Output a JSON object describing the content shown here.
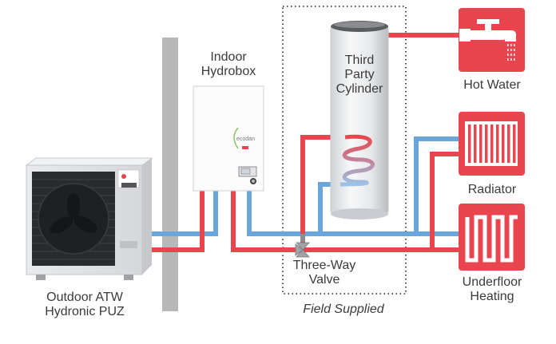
{
  "labels": {
    "indoor": [
      "Indoor",
      "Hydrobox"
    ],
    "cylinder": [
      "Third",
      "Party",
      "Cylinder"
    ],
    "hot_water": "Hot Water",
    "radiator": "Radiator",
    "underfloor": [
      "Underfloor",
      "Heating"
    ],
    "valve": [
      "Three-Way",
      "Valve"
    ],
    "field": "Field Supplied",
    "outdoor": [
      "Outdoor ATW",
      "Hydronic PUZ"
    ],
    "brand_logo": "ecodan"
  },
  "colors": {
    "red": "#e8454f",
    "blue": "#6aa6dc",
    "wall": "#b8b8b8",
    "text": "#3b3b3b",
    "icon_bg": "#e8454f"
  },
  "icons": [
    "tap-icon",
    "radiator-icon",
    "underfloor-icon",
    "three-way-valve-icon",
    "coil-icon"
  ]
}
